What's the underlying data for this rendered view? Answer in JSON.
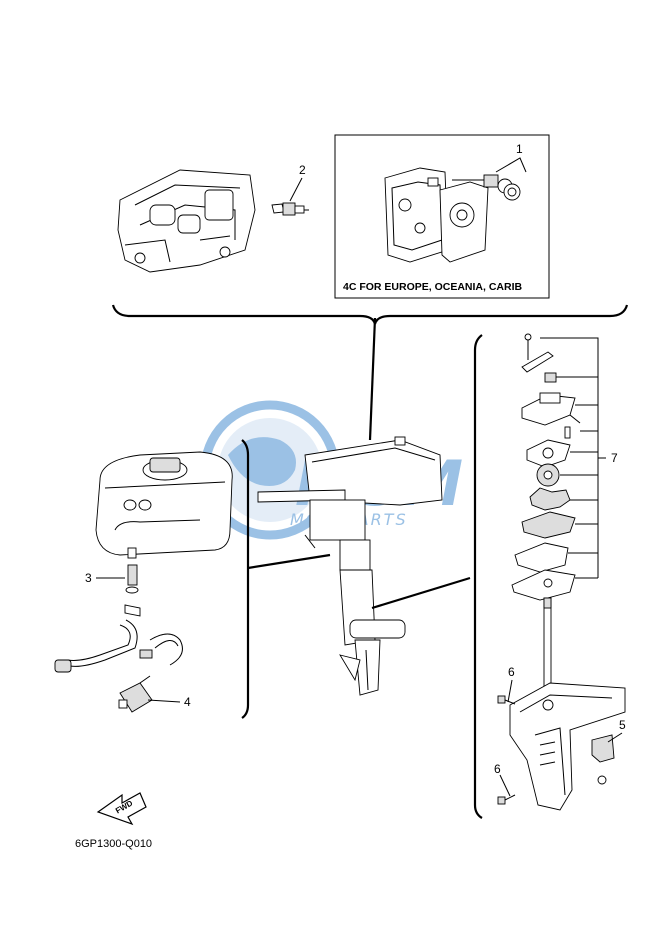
{
  "diagram_code": "6GP1300-Q010",
  "region_note": "4C FOR EUROPE, OCEANIA, CARIB",
  "fwd_label": "FWD",
  "watermark": {
    "main": "MSM",
    "sub": "MOTOPARTS",
    "color": "#4a8fd0"
  },
  "callouts": [
    {
      "id": "1",
      "label": "1"
    },
    {
      "id": "2",
      "label": "2"
    },
    {
      "id": "3",
      "label": "3"
    },
    {
      "id": "4",
      "label": "4"
    },
    {
      "id": "5",
      "label": "5"
    },
    {
      "id": "6a",
      "label": "6"
    },
    {
      "id": "6b",
      "label": "6"
    },
    {
      "id": "7",
      "label": "7"
    }
  ]
}
